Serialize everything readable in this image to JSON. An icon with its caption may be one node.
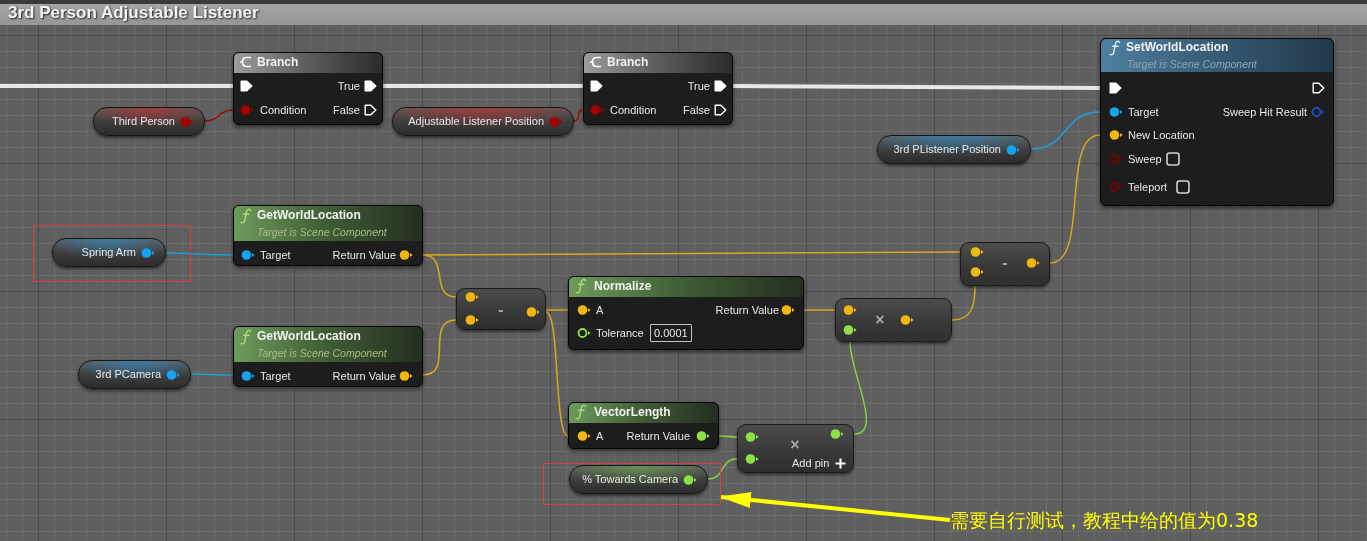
{
  "diagram": {
    "title": "3rd Person Adjustable Listener",
    "nodes": [
      {
        "text": [
          "Branch",
          "True",
          "Condition",
          "False"
        ]
      },
      {
        "text": [
          "Branch",
          "True",
          "Condition",
          "False"
        ]
      },
      {
        "text": [
          "SetWorldLocation",
          "Target is Scene Component",
          "Target",
          "Sweep Hit Result",
          "New Location",
          "Sweep",
          "Teleport"
        ]
      },
      {
        "text": [
          "Third Person"
        ]
      },
      {
        "text": [
          "Adjustable Listener Position"
        ]
      },
      {
        "text": [
          "3rd PListener Position"
        ]
      },
      {
        "text": [
          "GetWorldLocation",
          "Target is Scene Component",
          "Target",
          "Return Value"
        ]
      },
      {
        "text": [],
        "shape": "box"
      },
      {
        "text": [
          "Spring Arm"
        ],
        "in": 7
      },
      {
        "text": [
          "-"
        ]
      },
      {
        "text": [
          "-"
        ]
      },
      {
        "text": [
          "Normalize",
          "A",
          "Return Value",
          "Tolerance",
          "0.0001"
        ]
      },
      {
        "text": [
          "×"
        ]
      },
      {
        "text": [
          "GetWorldLocation",
          "Target is Scene Component",
          "Target",
          "Return Value"
        ]
      },
      {
        "text": [
          "3rd PCamera"
        ]
      },
      {
        "text": [
          "VectorLength",
          "A",
          "Return Value"
        ]
      },
      {
        "text": [
          "×",
          "Add pin"
        ]
      },
      {
        "text": [],
        "shape": "box"
      },
      {
        "text": [
          "% Towards Camera"
        ],
        "in": 17
      },
      {
        "text": [
          "需要自行测试，教程中给的值为0.38"
        ]
      }
    ],
    "edges": [
      {
        "from": null,
        "to": 0,
        "arrow": "none",
        "style": "thick",
        "color": "#e8e8e8"
      },
      {
        "from": 0,
        "to": 1,
        "arrow": "none",
        "style": "thick",
        "color": "#e8e8e8"
      },
      {
        "from": 1,
        "to": 2,
        "arrow": "none",
        "style": "thick",
        "color": "#e8e8e8"
      },
      {
        "from": 3,
        "to": 0,
        "arrow": "none",
        "color": "#9c0a0a"
      },
      {
        "from": 4,
        "to": 1,
        "arrow": "none",
        "color": "#9c0a0a"
      },
      {
        "from": 5,
        "to": 2,
        "arrow": "none",
        "color": "#1a9fe0"
      },
      {
        "from": 8,
        "to": 6,
        "arrow": "none",
        "color": "#1a9fe0"
      },
      {
        "from": 14,
        "to": 13,
        "arrow": "none",
        "color": "#1a9fe0"
      },
      {
        "from": 6,
        "to": 10,
        "arrow": "none"
      },
      {
        "from": 13,
        "to": 10,
        "arrow": "none"
      },
      {
        "from": 6,
        "to": 9,
        "arrow": "none"
      },
      {
        "from": 10,
        "to": 11,
        "arrow": "none"
      },
      {
        "from": 10,
        "to": 15,
        "arrow": "none"
      },
      {
        "from": 11,
        "to": 12,
        "arrow": "none"
      },
      {
        "from": 15,
        "to": 16,
        "arrow": "none",
        "color": "#86d13c"
      },
      {
        "from": 18,
        "to": 16,
        "arrow": "none",
        "color": "#86d13c"
      },
      {
        "from": 16,
        "to": 12,
        "arrow": "none",
        "color": "#86d13c"
      },
      {
        "from": 12,
        "to": 9,
        "arrow": "none"
      },
      {
        "from": 9,
        "to": 2,
        "arrow": "none"
      },
      {
        "from": 19,
        "to": 17,
        "arrow": "to",
        "style": "thick",
        "color": "#ffff00"
      }
    ]
  }
}
